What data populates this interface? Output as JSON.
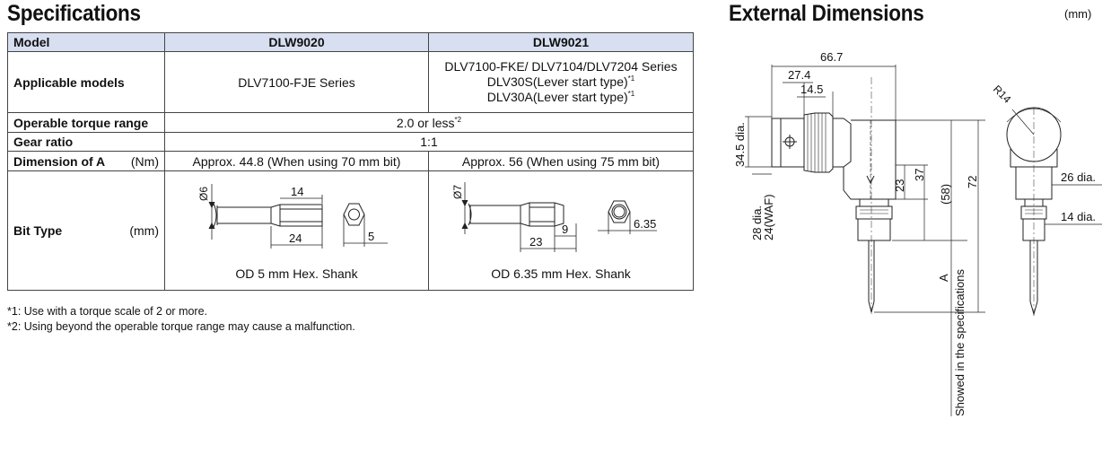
{
  "spec_title": "Specifications",
  "dim_title": "External Dimensions",
  "dim_unit": "(mm)",
  "table": {
    "model_label": "Model",
    "col1": "DLW9020",
    "col2": "DLW9021",
    "applicable_label": "Applicable models",
    "applicable_1": "DLV7100-FJE Series",
    "applicable_2_line1": "DLV7100-FKE/ DLV7104/DLV7204 Series",
    "applicable_2_line2": "DLV30S(Lever start type)",
    "applicable_2_line3": "DLV30A(Lever start type)",
    "note_ref_1": "*1",
    "note_ref_2": "*2",
    "torque_label": "Operable torque range",
    "torque_value": "2.0 or less",
    "gear_label": "Gear ratio",
    "gear_value": "1:1",
    "dimA_label": "Dimension of A",
    "dimA_unit": "(Nm)",
    "dimA_1": "Approx. 44.8 (When using 70 mm bit)",
    "dimA_2": "Approx. 56 (When using 75 mm bit)",
    "bit_label": "Bit Type",
    "bit_unit": "(mm)",
    "bit1": {
      "dia": "Ø6",
      "len_a": "14",
      "len_b": "24",
      "hex": "5",
      "caption": "OD 5 mm Hex. Shank"
    },
    "bit2": {
      "dia": "Ø7",
      "len_a": "9",
      "len_b": "23",
      "hex": "6.35",
      "caption": "OD 6.35 mm Hex. Shank"
    }
  },
  "notes": {
    "n1": "*1: Use with a torque scale of 2 or more.",
    "n2": "*2: Using beyond the operable torque range may cause a malfunction."
  },
  "dims": {
    "d667": "66.7",
    "d274": "27.4",
    "d145": "14.5",
    "r14": "R14",
    "d345": "34.5 dia.",
    "d28": "28 dia.",
    "d24waf": "24(WAF)",
    "d23": "23",
    "d37": "37",
    "d58": "(58)",
    "d72": "72",
    "a": "A",
    "showed": "Showed in the specifications",
    "d26": "26 dia.",
    "d14": "14 dia."
  }
}
